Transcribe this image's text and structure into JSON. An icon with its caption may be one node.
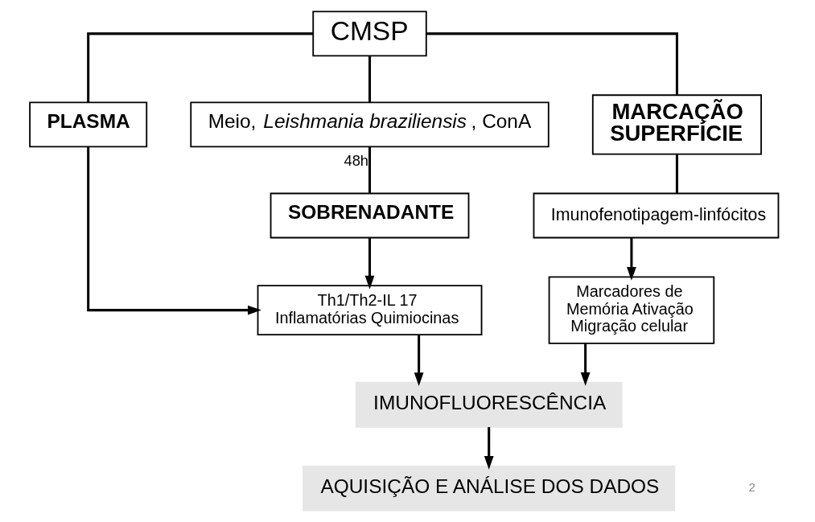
{
  "diagram": {
    "nodes": [
      {
        "text": [
          "CMSP"
        ]
      },
      {
        "text": [
          "PLASMA"
        ]
      },
      {
        "text": [
          "Meio, *Leishmania braziliensis*, ConA"
        ]
      },
      {
        "text": [
          "MARCAÇÃO SUPERFÍCIE"
        ]
      },
      {
        "text": [
          "SOBRENADANTE"
        ]
      },
      {
        "text": [
          "Imunofenotipagem-linfócitos"
        ]
      },
      {
        "text": [
          "Th1/Th2-IL 17 Inflamatórias Quimiocinas"
        ]
      },
      {
        "text": [
          "Marcadores de Memória Ativação Migração celular"
        ]
      },
      {
        "text": [
          "IMUNOFLUORESCÊNCIA"
        ]
      },
      {
        "text": [
          "AQUISIÇÃO E ANÁLISE DOS DADOS"
        ]
      }
    ],
    "edges": [
      {
        "from": 0,
        "to": 1,
        "arrow": "none"
      },
      {
        "from": 0,
        "to": 2,
        "arrow": "none"
      },
      {
        "from": 0,
        "to": 3,
        "arrow": "none"
      },
      {
        "from": 2,
        "to": 4,
        "arrow": "none",
        "label": "48h"
      },
      {
        "from": 1,
        "to": 6,
        "arrow": "to"
      },
      {
        "from": 4,
        "to": 6,
        "arrow": "to"
      },
      {
        "from": 3,
        "to": 5,
        "arrow": "none"
      },
      {
        "from": 5,
        "to": 7,
        "arrow": "to"
      },
      {
        "from": 6,
        "to": 8,
        "arrow": "to"
      },
      {
        "from": 7,
        "to": 8,
        "arrow": "to"
      },
      {
        "from": 8,
        "to": 9,
        "arrow": "to"
      }
    ],
    "labels": [
      "2"
    ]
  }
}
